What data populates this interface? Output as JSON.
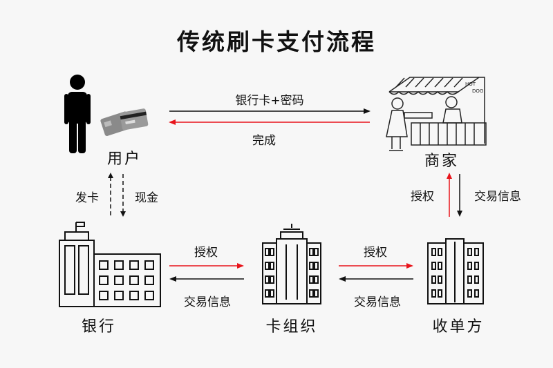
{
  "title": "传统刷卡支付流程",
  "nodes": {
    "user": "用户",
    "merchant": "商家",
    "bank": "银行",
    "card_org": "卡组织",
    "acquirer": "收单方"
  },
  "edges": {
    "user_to_merchant": "银行卡+密码",
    "merchant_to_user": "完成",
    "bank_to_user": "发卡",
    "user_to_bank": "现金",
    "merchant_to_acquirer_up": "授权",
    "acquirer_info": "交易信息",
    "bank_to_org": "授权",
    "org_to_bank": "交易信息",
    "org_to_acquirer": "授权",
    "acquirer_to_org": "交易信息"
  },
  "merchant_sign": {
    "line1": "HOT",
    "line2": "DOG"
  },
  "colors": {
    "red": "#e8141b",
    "black": "#111111",
    "background": "#f7f7f7"
  }
}
